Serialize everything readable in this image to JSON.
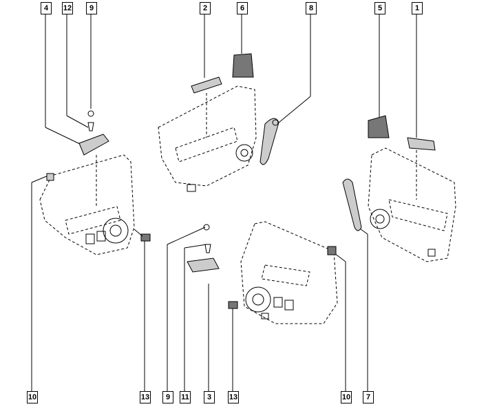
{
  "diagram": {
    "top_callouts": [
      "4",
      "12",
      "9",
      "2",
      "6",
      "8",
      "5",
      "1"
    ],
    "bottom_callouts": [
      "10",
      "13",
      "9",
      "11",
      "3",
      "13",
      "10",
      "7"
    ]
  }
}
